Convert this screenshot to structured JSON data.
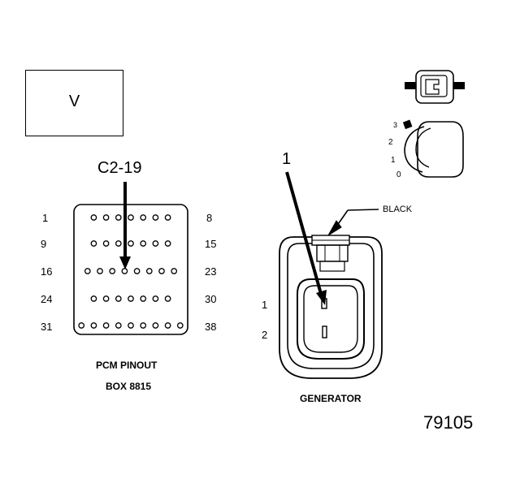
{
  "view_box_label": "V",
  "pcm": {
    "callout": "C2-19",
    "title": "PCM PINOUT",
    "subtitle": "BOX 8815",
    "left_numbers": [
      "1",
      "9",
      "16",
      "24",
      "31"
    ],
    "right_numbers": [
      "8",
      "15",
      "23",
      "30",
      "38"
    ],
    "row_pin_counts": [
      7,
      7,
      8,
      7,
      9
    ]
  },
  "generator": {
    "callout": "1",
    "color_label": "BLACK",
    "title": "GENERATOR",
    "pin_numbers": [
      "1",
      "2"
    ]
  },
  "position_dial": {
    "marks": [
      "3",
      "2",
      "1",
      "0"
    ],
    "selected": "3"
  },
  "figure_id": "79105",
  "colors": {
    "ink": "#000000",
    "paper": "#ffffff",
    "shade": "#d9d9d9"
  }
}
